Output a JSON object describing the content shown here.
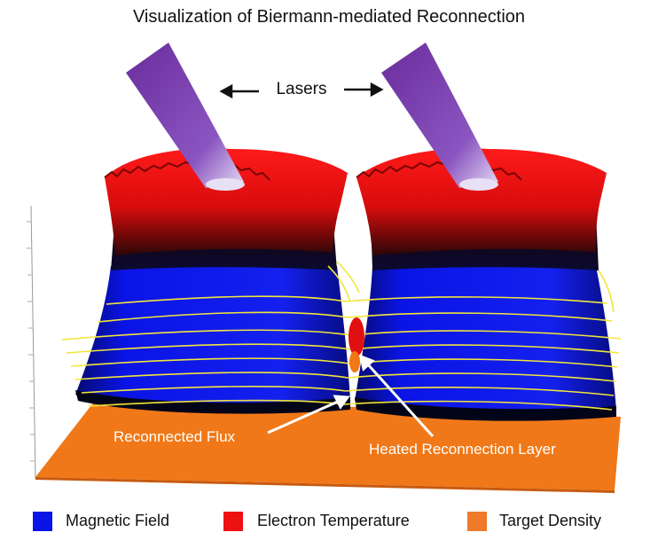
{
  "title": "Visualization of Biermann-mediated Reconnection",
  "lasers_label": "Lasers",
  "annotations": {
    "reconnected_flux": "Reconnected Flux",
    "heated_layer": "Heated Reconnection Layer"
  },
  "legend": [
    {
      "label": "Magnetic Field",
      "color": "#0a14e6"
    },
    {
      "label": "Electron Temperature",
      "color": "#ee1111"
    },
    {
      "label": "Target Density",
      "color": "#ee7a2a"
    }
  ],
  "colors": {
    "laser": "#7b3aa8",
    "field_line": "#f2e63a",
    "target": "#f07818",
    "temperature": "#e01010",
    "magnetic": "#0a14e6"
  }
}
